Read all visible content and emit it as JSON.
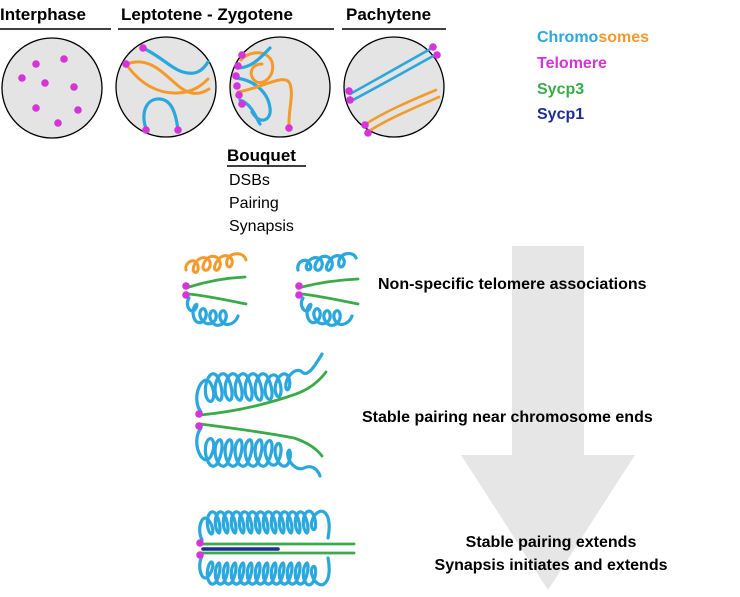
{
  "stages": {
    "interphase": "Interphase",
    "leptotene_zygotene": "Leptotene - Zygotene",
    "pachytene": "Pachytene"
  },
  "legend": {
    "chromosomes_part1": "Chromo",
    "chromosomes_part2": "somes",
    "telomere": "Telomere",
    "sycp3": "Sycp3",
    "sycp1": "Sycp1"
  },
  "bouquet": {
    "title": "Bouquet",
    "items": [
      "DSBs",
      "Pairing",
      "Synapsis"
    ]
  },
  "steps": {
    "step1": "Non-specific telomere associations",
    "step2": "Stable pairing near chromosome ends",
    "step3_line1": "Stable pairing extends",
    "step3_line2": "Synapsis initiates and extends"
  },
  "colors": {
    "chromosome_blue": "#2aa7dd",
    "chromosome_orange": "#f39a2b",
    "telomere": "#d534d8",
    "sycp3": "#3aab48",
    "sycp1": "#1c2d9a",
    "nucleus": "#e4e4e4",
    "progress_arrow": "#e6e6e6"
  }
}
